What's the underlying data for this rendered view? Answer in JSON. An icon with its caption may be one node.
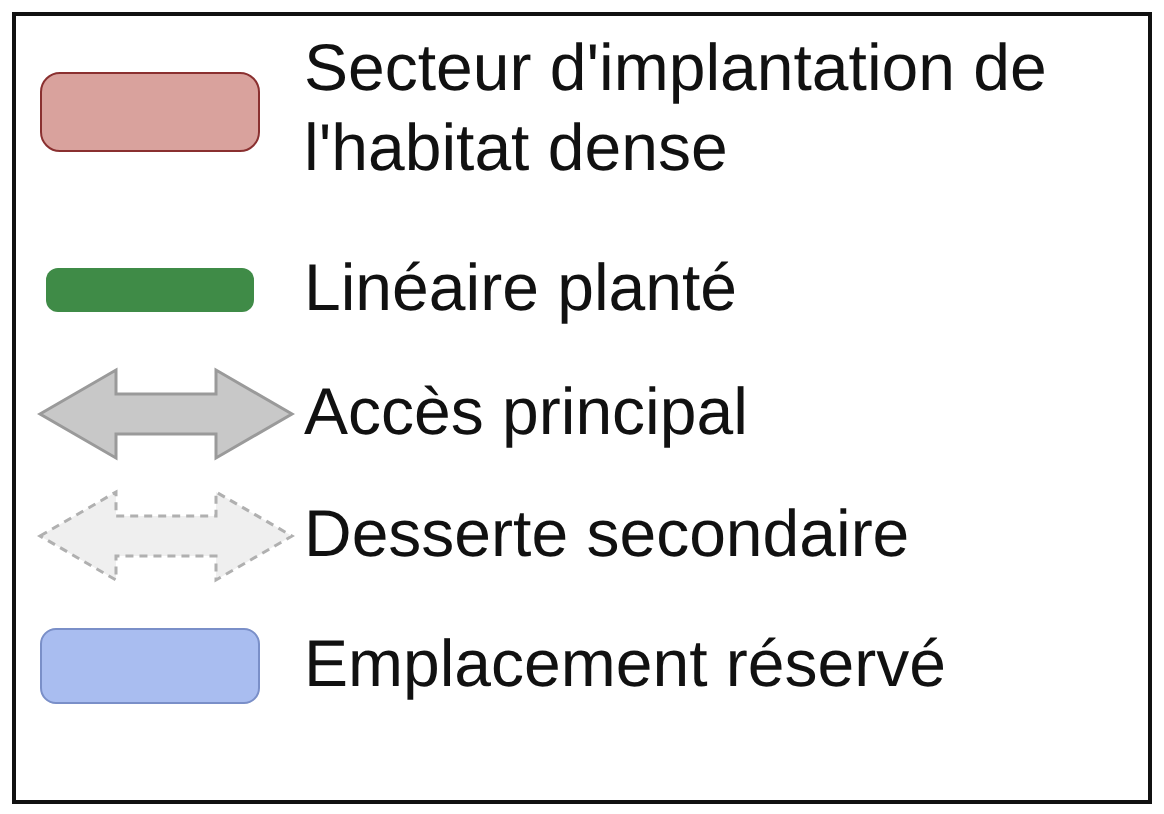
{
  "diagram": {
    "legend": [
      {
        "text": "Secteur d'implantation de l'habitat dense",
        "color": "#d9a29d"
      },
      {
        "text": "Linéaire planté",
        "color": "#3f8b47"
      },
      {
        "text": "Accès principal"
      },
      {
        "text": "Desserte secondaire"
      },
      {
        "text": "Emplacement réservé",
        "color": "#a9bdf0"
      }
    ]
  }
}
